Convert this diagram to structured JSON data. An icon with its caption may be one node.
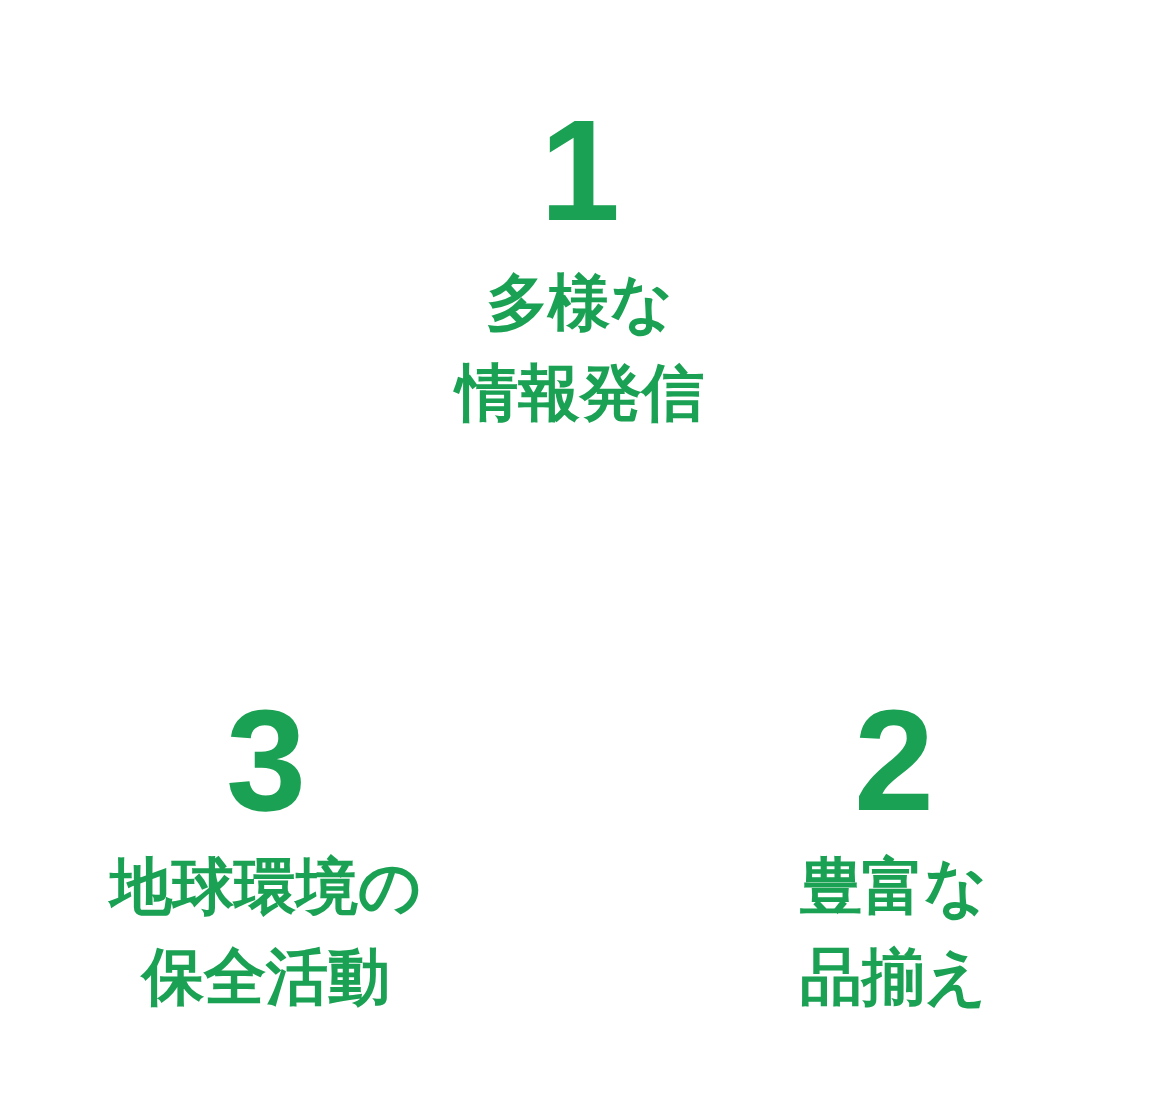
{
  "diagram": {
    "labels": [
      "1",
      "多様な情報発信",
      "3",
      "地球環境の保全活動",
      "2",
      "豊富な品揃え"
    ]
  }
}
